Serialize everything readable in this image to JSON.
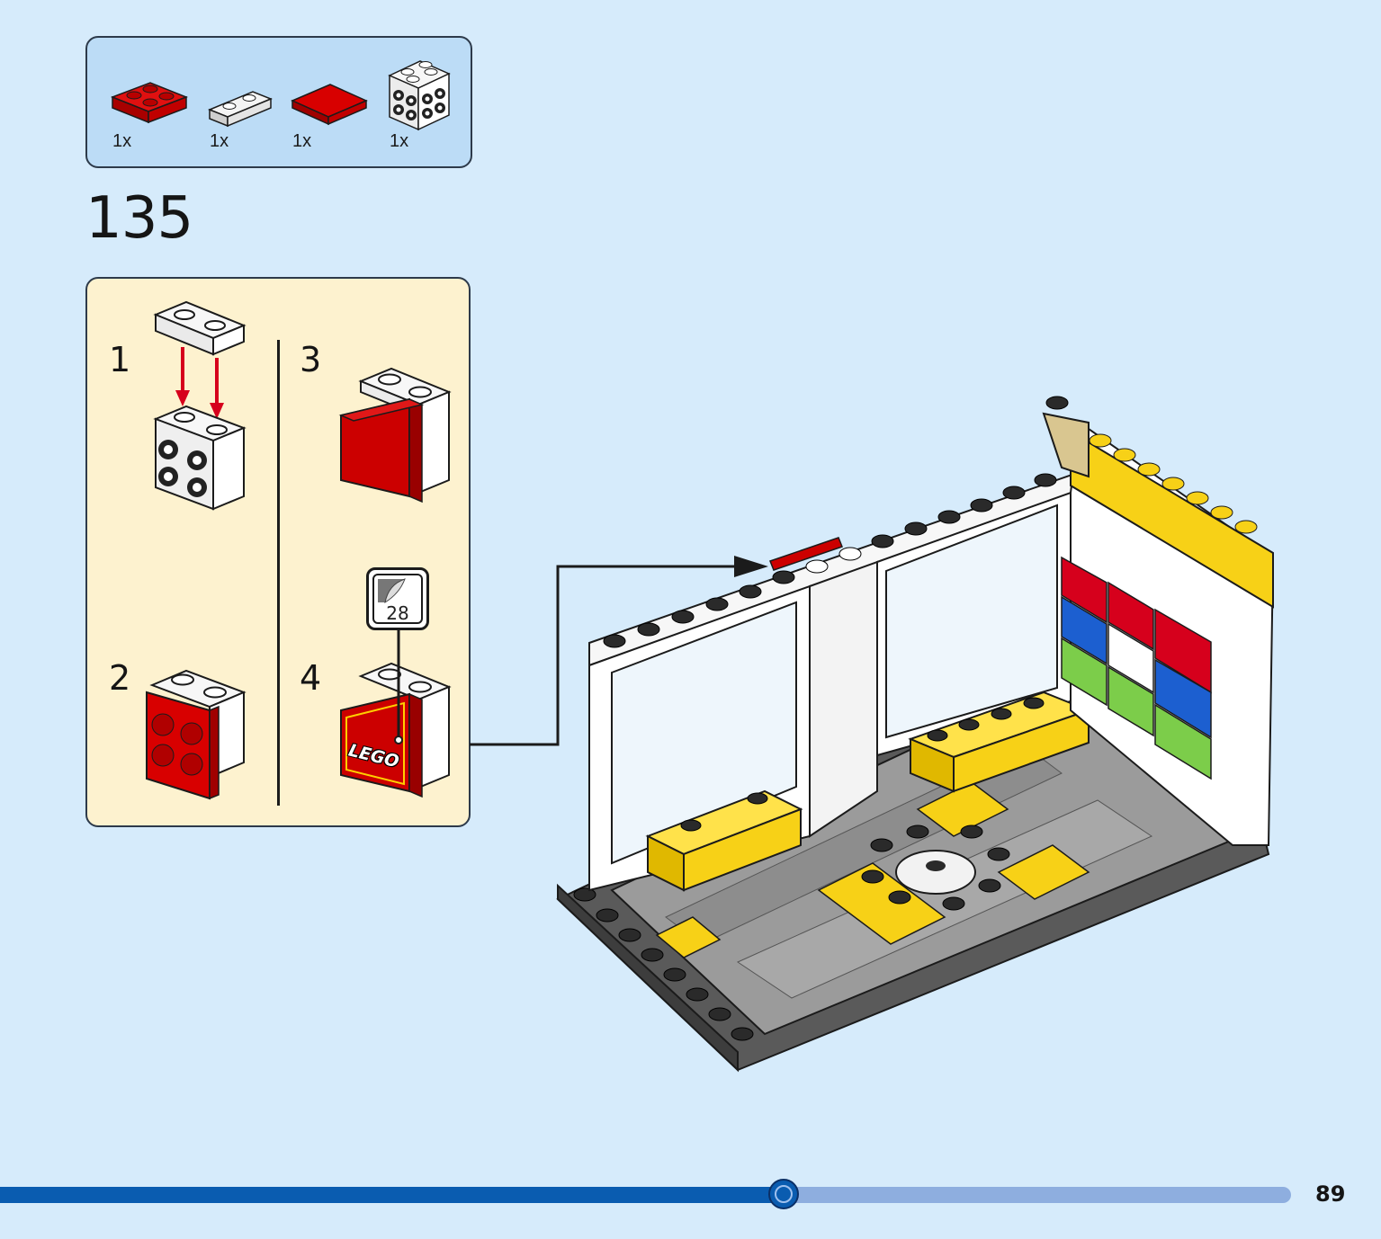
{
  "parts_list": {
    "items": [
      {
        "name": "red-plate-2x2",
        "qty": "1x"
      },
      {
        "name": "white-plate-1x2",
        "qty": "1x"
      },
      {
        "name": "red-tile-2x2",
        "qty": "1x"
      },
      {
        "name": "white-brick-2x2-side-studs",
        "qty": "1x"
      }
    ]
  },
  "step": {
    "number": "135"
  },
  "sub_assembly": {
    "steps": [
      "1",
      "2",
      "3",
      "4"
    ],
    "sticker": {
      "number": "28",
      "label": "LEGO"
    }
  },
  "colors": {
    "background": "#d6ebfb",
    "parts_box": "#bcdcf6",
    "sub_box": "#fdf2cf",
    "brick_red": "#cc0000",
    "brick_yellow": "#f7d117",
    "floor_gray": "#9b9b9b",
    "progress": "#0a5cb0"
  },
  "progress": {
    "fraction": 0.607
  },
  "page": {
    "number": "89"
  }
}
